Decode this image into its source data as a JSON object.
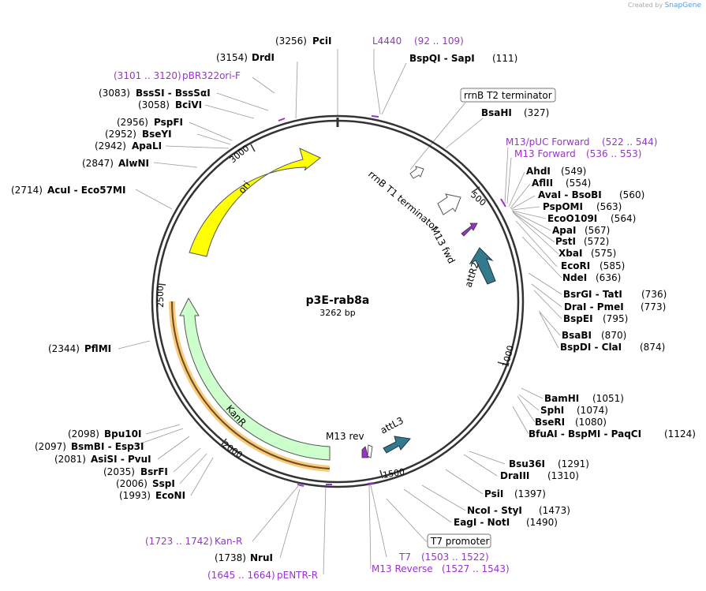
{
  "credit": {
    "prefix": "Created by",
    "brand": "SnapGene"
  },
  "plasmid": {
    "name": "p3E-rab8a",
    "size": "3262 bp",
    "length": 3262
  },
  "colors": {
    "ori": "#ffff00",
    "kanr": "#ccffcc",
    "primer": "#9933cc",
    "promoter": "#337a8c",
    "ring": "#333333"
  },
  "ticks": [
    "500",
    "1000",
    "1500",
    "2000",
    "2500",
    "3000"
  ],
  "features": [
    {
      "name": "ori",
      "type": "arrow",
      "color": "#ffff00"
    },
    {
      "name": "KanR",
      "type": "arrow",
      "color": "#ccffcc"
    },
    {
      "name": "attR2",
      "type": "arrow",
      "color": "#337a8c"
    },
    {
      "name": "attL3",
      "type": "arrow",
      "color": "#337a8c"
    },
    {
      "name": "M13 fwd",
      "type": "primer-arrow"
    },
    {
      "name": "M13 rev",
      "type": "primer-arrow"
    },
    {
      "name": "rrnB T1 terminator",
      "type": "terminator"
    }
  ],
  "boxed_labels": [
    "rrnB T2 terminator",
    "T7 promoter"
  ],
  "right_labels": [
    {
      "name": "PciI",
      "pos": "(3256)"
    },
    {
      "name": "L4440",
      "pos": "(92 .. 109)",
      "primer": true
    },
    {
      "name": "BspQI  -  SapI",
      "pos": "(111)"
    },
    {
      "name": "BsaHI",
      "pos": "(327)"
    },
    {
      "name": "M13/pUC Forward",
      "pos": "(522 .. 544)",
      "primer": true
    },
    {
      "name": "M13 Forward",
      "pos": "(536 .. 553)",
      "primer": true
    },
    {
      "name": "AhdI",
      "pos": "(549)"
    },
    {
      "name": "AflII",
      "pos": "(554)"
    },
    {
      "name": "AvaI  -  BsoBI",
      "pos": "(560)"
    },
    {
      "name": "PspOMI",
      "pos": "(563)"
    },
    {
      "name": "EcoO109I",
      "pos": "(564)"
    },
    {
      "name": "ApaI",
      "pos": "(567)"
    },
    {
      "name": "PstI",
      "pos": "(572)"
    },
    {
      "name": "XbaI",
      "pos": "(575)"
    },
    {
      "name": "EcoRI",
      "pos": "(585)"
    },
    {
      "name": "NdeI",
      "pos": "(636)"
    },
    {
      "name": "BsrGI  -  TatI",
      "pos": "(736)"
    },
    {
      "name": "DraI  -  PmeI",
      "pos": "(773)"
    },
    {
      "name": "BspEI",
      "pos": "(795)"
    },
    {
      "name": "BsaBI",
      "pos": "(870)"
    },
    {
      "name": "BspDI  -  ClaI",
      "pos": "(874)"
    },
    {
      "name": "BamHI",
      "pos": "(1051)"
    },
    {
      "name": "SphI",
      "pos": "(1074)"
    },
    {
      "name": "BseRI",
      "pos": "(1080)"
    },
    {
      "name": "BfuAI  -  BspMI  -  PaqCI",
      "pos": "(1124)"
    },
    {
      "name": "Bsu36I",
      "pos": "(1291)"
    },
    {
      "name": "DraIII",
      "pos": "(1310)"
    },
    {
      "name": "PsiI",
      "pos": "(1397)"
    },
    {
      "name": "NcoI  -  StyI",
      "pos": "(1473)"
    },
    {
      "name": "EagI  -  NotI",
      "pos": "(1490)"
    },
    {
      "name": "T7",
      "pos": "(1503 .. 1522)",
      "primer": true
    },
    {
      "name": "M13 Reverse",
      "pos": "(1527 .. 1543)",
      "primer": true
    },
    {
      "name": "Kan-R",
      "pos": "(1723 .. 1742)",
      "primer": true
    },
    {
      "name": "NruI",
      "pos": "(1738)"
    },
    {
      "name": "pENTR-R",
      "pos": "(1645 .. 1664)",
      "primer": true
    }
  ],
  "left_labels": [
    {
      "name": "DrdI",
      "pos": "(3154)"
    },
    {
      "name": "pBR322ori-F",
      "pos": "(3101 .. 3120)",
      "primer": true
    },
    {
      "name": "BssSI  -  BssSαI",
      "pos": "(3083)"
    },
    {
      "name": "BciVI",
      "pos": "(3058)"
    },
    {
      "name": "PspFI",
      "pos": "(2956)"
    },
    {
      "name": "BseYI",
      "pos": "(2952)"
    },
    {
      "name": "ApaLI",
      "pos": "(2942)"
    },
    {
      "name": "AlwNI",
      "pos": "(2847)"
    },
    {
      "name": "AcuI  -  Eco57MI",
      "pos": "(2714)"
    },
    {
      "name": "PflMI",
      "pos": "(2344)"
    },
    {
      "name": "Bpu10I",
      "pos": "(2098)"
    },
    {
      "name": "BsmBI  -  Esp3I",
      "pos": "(2097)"
    },
    {
      "name": "AsiSI  -  PvuI",
      "pos": "(2081)"
    },
    {
      "name": "BsrFI",
      "pos": "(2035)"
    },
    {
      "name": "SspI",
      "pos": "(2006)"
    },
    {
      "name": "EcoNI",
      "pos": "(1993)"
    }
  ]
}
